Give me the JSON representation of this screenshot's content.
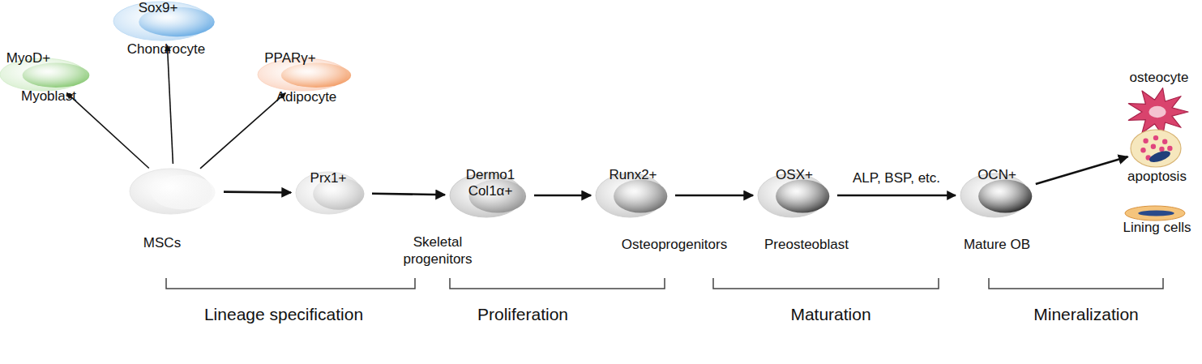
{
  "diagram": {
    "nodes": [
      {
        "text": [
          "MyoD+",
          "Myoblast"
        ]
      },
      {
        "text": [
          "Sox9+",
          "Chondrocyte"
        ]
      },
      {
        "text": [
          "PPARγ+",
          "Adipocyte"
        ]
      },
      {
        "text": [
          "MSCs"
        ]
      },
      {
        "text": [
          "Prx1+"
        ]
      },
      {
        "text": [
          "Dermo1 Col1α+"
        ]
      },
      {
        "text": [
          "Runx2+",
          "Osteoprogenitors"
        ]
      },
      {
        "text": [
          "OSX+",
          "Preosteoblast"
        ]
      },
      {
        "text": [
          "OCN+",
          "Mature OB"
        ]
      },
      {
        "text": [
          "osteocyte"
        ]
      },
      {
        "text": [
          "apoptosis"
        ]
      },
      {
        "text": [
          "Lining cells"
        ]
      }
    ],
    "edges": [
      {
        "from": 3,
        "to": 0,
        "arrow": "to"
      },
      {
        "from": 3,
        "to": 1,
        "arrow": "to"
      },
      {
        "from": 3,
        "to": 2,
        "arrow": "to"
      },
      {
        "from": 3,
        "to": 4,
        "arrow": "to"
      },
      {
        "from": 4,
        "to": 5,
        "arrow": "to"
      },
      {
        "from": 5,
        "to": 6,
        "arrow": "to"
      },
      {
        "from": 6,
        "to": 7,
        "arrow": "to"
      },
      {
        "from": 7,
        "to": 8,
        "label": "ALP, BSP, etc.",
        "arrow": "to"
      },
      {
        "from": 8,
        "to": 10,
        "arrow": "to"
      }
    ],
    "labels": [
      "Skeletal progenitors",
      "Lineage specification",
      "Proliferation",
      "Maturation",
      "Mineralization"
    ]
  }
}
